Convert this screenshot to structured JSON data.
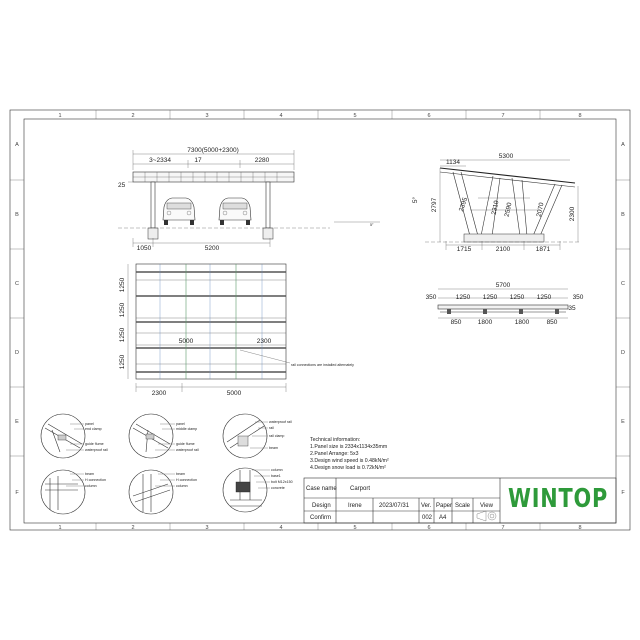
{
  "grid": {
    "columns": [
      "1",
      "2",
      "3",
      "4",
      "5",
      "6",
      "7",
      "8"
    ],
    "rows": [
      "A",
      "B",
      "C",
      "D",
      "E",
      "F"
    ]
  },
  "front_view": {
    "overall": "7300(5000+2300)",
    "top_dims": [
      "3~2334",
      "17",
      "2280"
    ],
    "tilt": "25",
    "bottom_dims": [
      "1050",
      "5200"
    ],
    "angle": "5°"
  },
  "side_view": {
    "top_dims": [
      "1134",
      "5300"
    ],
    "heights": [
      "2797",
      "2300"
    ],
    "bracing": [
      "2395",
      "2310",
      "2590",
      "2070"
    ],
    "bottom_dims": [
      "1715",
      "2100",
      "1871"
    ],
    "angle": "5°"
  },
  "plan_view": {
    "left_dims": [
      "1250",
      "1250",
      "1250"
    ],
    "mid_dims": [
      "5000",
      "2300"
    ],
    "bottom_dims": [
      "2300",
      "5000"
    ],
    "left_dim2": "1250",
    "note": "rail connections are installed alternately"
  },
  "rail_view": {
    "overall": "5700",
    "top_dims": [
      "350",
      "1250",
      "1250",
      "1250",
      "1250",
      "350"
    ],
    "right_dim": "35",
    "bottom_dims": [
      "850",
      "1800",
      "1800",
      "850"
    ]
  },
  "details": [
    {
      "labels": [
        "panel",
        "end clamp",
        "guide flume",
        "waterproof rail"
      ]
    },
    {
      "labels": [
        "panel",
        "middle clamp",
        "guide flume",
        "waterproof rail"
      ]
    },
    {
      "labels": [
        "waterproof rail",
        "rail",
        "rail clamp",
        "beam"
      ]
    },
    {
      "labels": [
        "beam",
        "H connection",
        "column"
      ]
    },
    {
      "labels": [
        "beam",
        "H connection",
        "column"
      ]
    },
    {
      "labels": [
        "column",
        "base1",
        "bolt M12x150",
        "concrete"
      ]
    }
  ],
  "technical_info": {
    "title": "Technical information:",
    "lines": [
      "1.Panel size is 2334x1134x35mm",
      "2.Panel Arrange: 5x3",
      "3.Design wind speed is 0.48kN/m²",
      "4.Design snow load is 0.72kN/m²"
    ]
  },
  "title_block": {
    "case_name_label": "Case name",
    "case_name": "Carport",
    "design_label": "Design",
    "designer": "Irene",
    "date": "2023/07/31",
    "ver_label": "Ver.",
    "paper_label": "Paper",
    "scale_label": "Scale",
    "view_label": "View",
    "confirm_label": "Confirm",
    "version": "002",
    "paper": "A4"
  },
  "logo": {
    "text": "WINTOP",
    "color_main": "#2e9a3a",
    "color_accent": "#e08a1e"
  }
}
